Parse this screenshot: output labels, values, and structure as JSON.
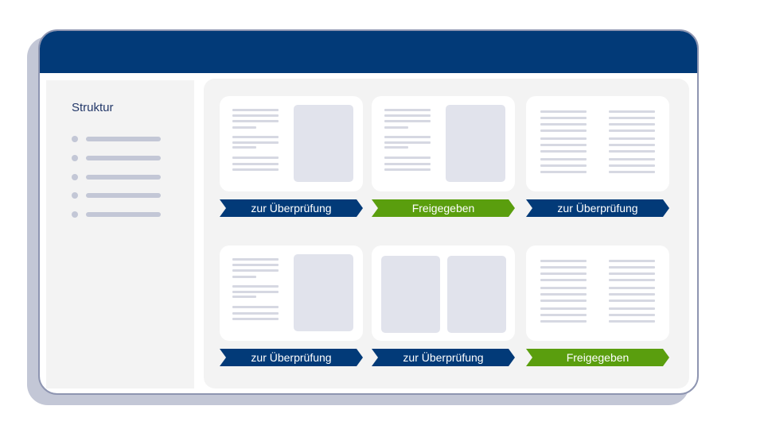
{
  "colors": {
    "titlebar": "#023a78",
    "status_review": "#023a78",
    "status_approved": "#5a9e0e",
    "placeholder": "#c3c7d6"
  },
  "sidebar": {
    "title": "Struktur",
    "items": [
      {
        "icon": "bullet-dot"
      },
      {
        "icon": "bullet-dot"
      },
      {
        "icon": "bullet-dot"
      },
      {
        "icon": "bullet-dot"
      },
      {
        "icon": "bullet-dot"
      }
    ]
  },
  "documents": [
    {
      "layout": "text-left-image-right",
      "status": "zur Überprüfung",
      "status_type": "review"
    },
    {
      "layout": "text-left-image-right",
      "status": "Freigegeben",
      "status_type": "approved"
    },
    {
      "layout": "two-text-columns",
      "status": "zur Überprüfung",
      "status_type": "review"
    },
    {
      "layout": "text-left-image-right",
      "status": "zur Überprüfung",
      "status_type": "review"
    },
    {
      "layout": "two-images",
      "status": "zur Überprüfung",
      "status_type": "review"
    },
    {
      "layout": "two-text-columns",
      "status": "Freigegeben",
      "status_type": "approved"
    }
  ]
}
